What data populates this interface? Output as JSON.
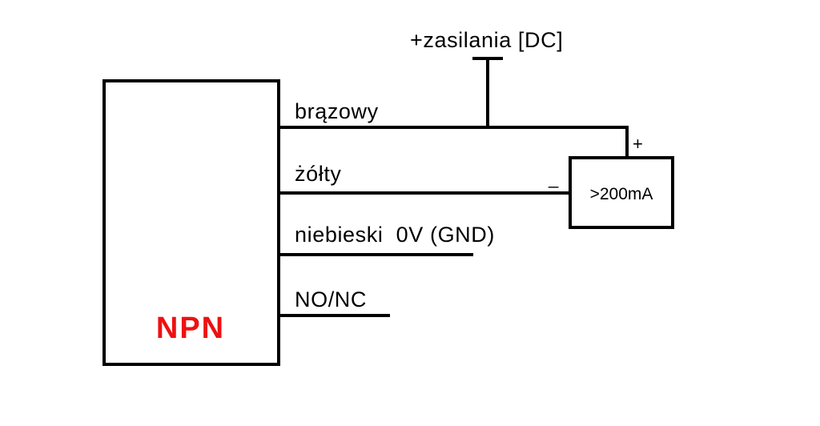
{
  "sensor": {
    "type_label": "NPN",
    "type_color": "#ee1111"
  },
  "power": {
    "label": "+zasilania [DC]"
  },
  "wires": {
    "brown": "brązowy",
    "yellow": "żółty",
    "blue": "niebieski  0V (GND)",
    "output": "NO/NC"
  },
  "load": {
    "label": ">200mA",
    "plus": "+",
    "minus": "_"
  },
  "colors": {
    "line": "#000000",
    "background": "#ffffff"
  }
}
